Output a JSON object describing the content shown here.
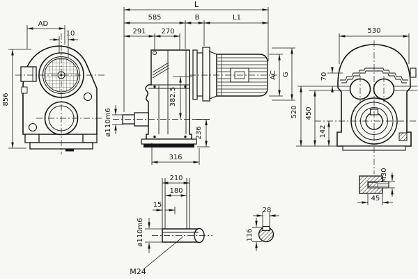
{
  "drawing": {
    "type": "mechanical-dimension-drawing",
    "background_color": "#f7f7f4",
    "line_color": "#161616",
    "front_view": {
      "dim_ad": "AD",
      "dim_offset": "10",
      "dim_height": "856"
    },
    "side_view": {
      "dim_total_length": "L",
      "dim_585": "585",
      "dim_b": "B",
      "dim_l1": "L1",
      "dim_291": "291",
      "dim_270": "270",
      "dim_382_5": "382.5",
      "dim_shaft": "ø110m6",
      "dim_236": "236",
      "dim_316": "316",
      "dim_ac": "AC",
      "dim_g": "G"
    },
    "rear_view": {
      "dim_530": "530",
      "dim_70": "70",
      "dim_520": "520",
      "dim_450": "450",
      "dim_142": "142"
    },
    "shaft_detail": {
      "dim_210": "210",
      "dim_180": "180",
      "dim_15": "15",
      "dim_shaft": "ø110m6",
      "thread_label": "M24"
    },
    "key_section_detail": {
      "dim_28": "28",
      "dim_116": "116"
    },
    "keyway_detail": {
      "thread_label": "M30",
      "dim_45": "45"
    }
  }
}
